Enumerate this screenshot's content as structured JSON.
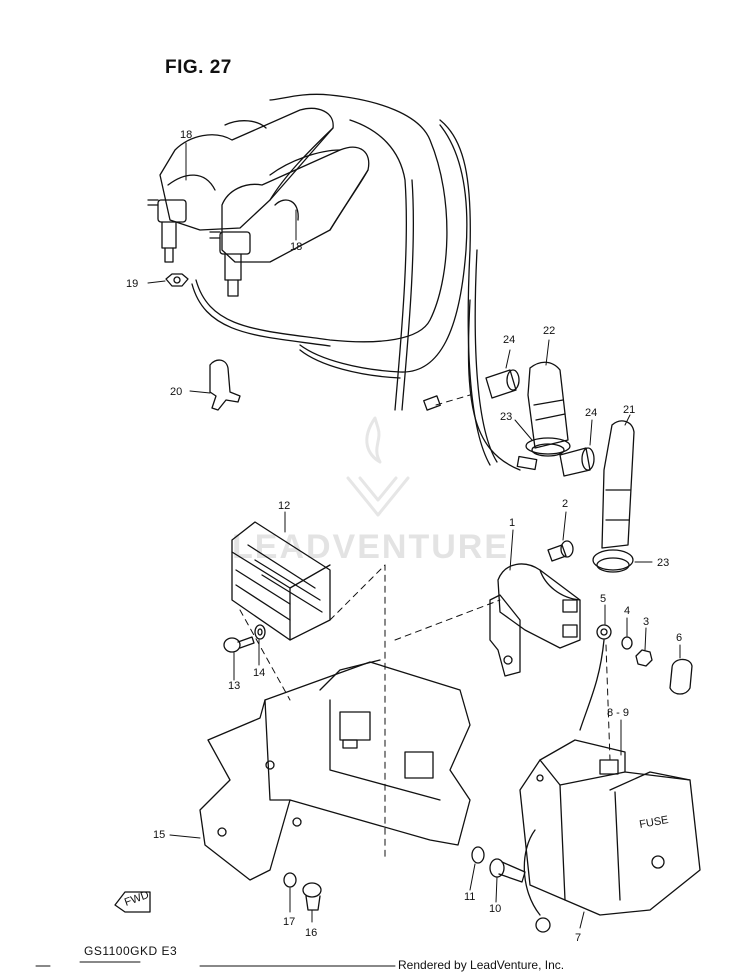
{
  "figure_title": "FIG. 27",
  "model_code": "GS1100GKD  E3",
  "rendered_credit": "Rendered by LeadVenture, Inc.",
  "watermark_text": "LEADVENTURE",
  "front_marker": "FWD",
  "colors": {
    "ink": "#111111",
    "watermark": "#e3e3e3"
  },
  "callouts": [
    "18",
    "18",
    "19",
    "20",
    "24",
    "22",
    "23",
    "24",
    "21",
    "23",
    "12",
    "2",
    "1",
    "5",
    "4",
    "3",
    "6",
    "14",
    "13",
    "8 - 9",
    "15",
    "17",
    "16",
    "11",
    "10",
    "7"
  ],
  "parts": {
    "ignition_coil_a": "18",
    "ignition_coil_b": "18",
    "nut": "19",
    "clamp": "20",
    "plug_cap_seal_a": "24",
    "plug_cap_a": "22",
    "plug_cap_ring_a": "23",
    "plug_cap_seal_b": "24",
    "plug_cap_b": "21",
    "plug_cap_ring_b": "23",
    "regulator": "12",
    "screw_relay": "2",
    "starter_relay": "1",
    "ground_lead": "5",
    "washer_relay": "4",
    "nut_relay": "3",
    "terminal_cap": "6",
    "washer_regulator": "14",
    "bolt_regulator": "13",
    "fuse": "8 - 9",
    "bracket": "15",
    "washer_bracket": "17",
    "bolt_bracket": "16",
    "washer_fusebox": "11",
    "bolt_fusebox": "10",
    "fuse_box": "7"
  }
}
